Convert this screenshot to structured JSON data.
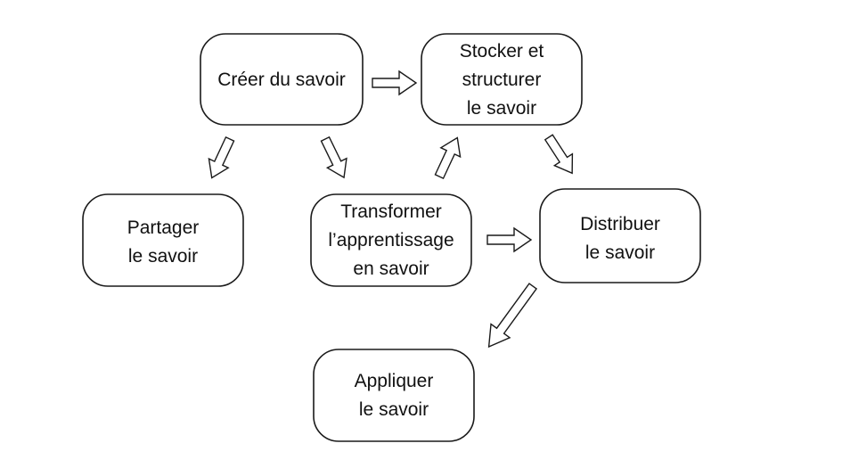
{
  "nodes": {
    "creer": {
      "lines": [
        "Créer du savoir"
      ]
    },
    "stocker": {
      "lines": [
        "Stocker et",
        "structurer",
        "le savoir"
      ]
    },
    "partager": {
      "lines": [
        "Partager",
        "le savoir"
      ]
    },
    "transformer": {
      "lines": [
        "Transformer",
        "l’apprentissage",
        "en savoir"
      ]
    },
    "distribuer": {
      "lines": [
        "Distribuer",
        "le savoir"
      ]
    },
    "appliquer": {
      "lines": [
        "Appliquer",
        "le savoir"
      ]
    }
  },
  "colors": {
    "stroke": "#1a1a1a",
    "fill": "#ffffff",
    "text": "#111111"
  }
}
